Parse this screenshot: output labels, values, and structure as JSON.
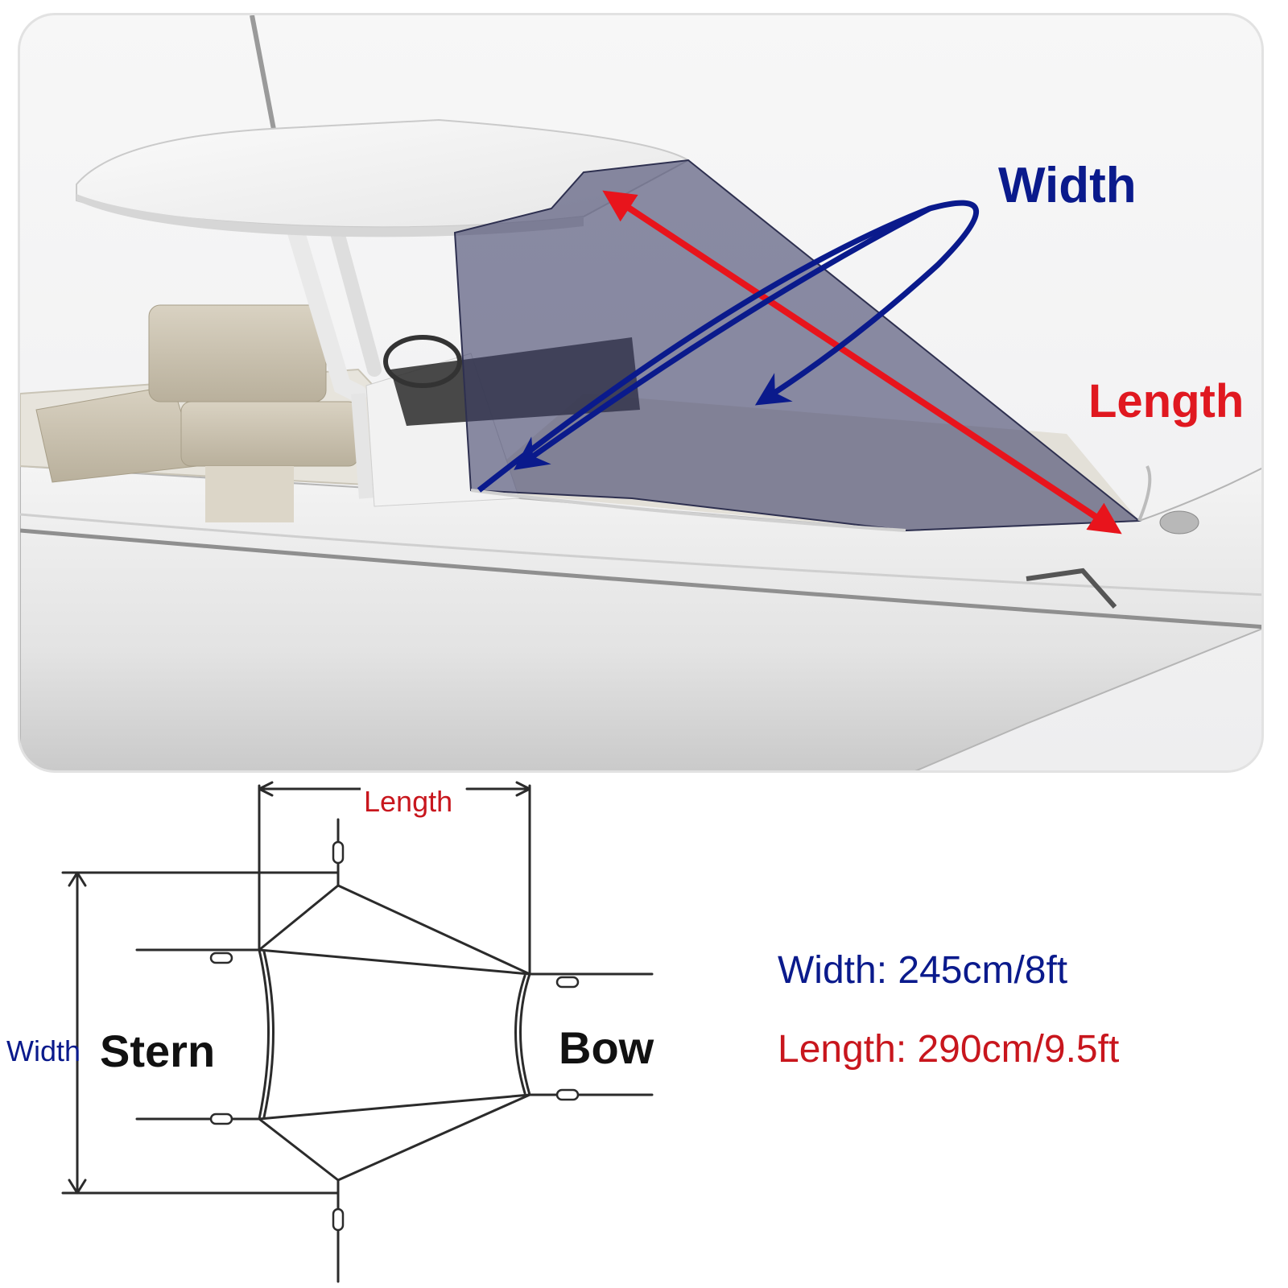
{
  "photo": {
    "width_label": "Width",
    "length_label": "Length",
    "colors": {
      "width_arrow": "#0a1a8c",
      "length_arrow": "#e8141c",
      "tint": "#3a3d66"
    }
  },
  "diagram": {
    "length_label": "Length",
    "width_label": "Width",
    "stern_label": "Stern",
    "bow_label": "Bow"
  },
  "specs": {
    "width": "Width: 245cm/8ft",
    "length": "Length: 290cm/9.5ft"
  }
}
